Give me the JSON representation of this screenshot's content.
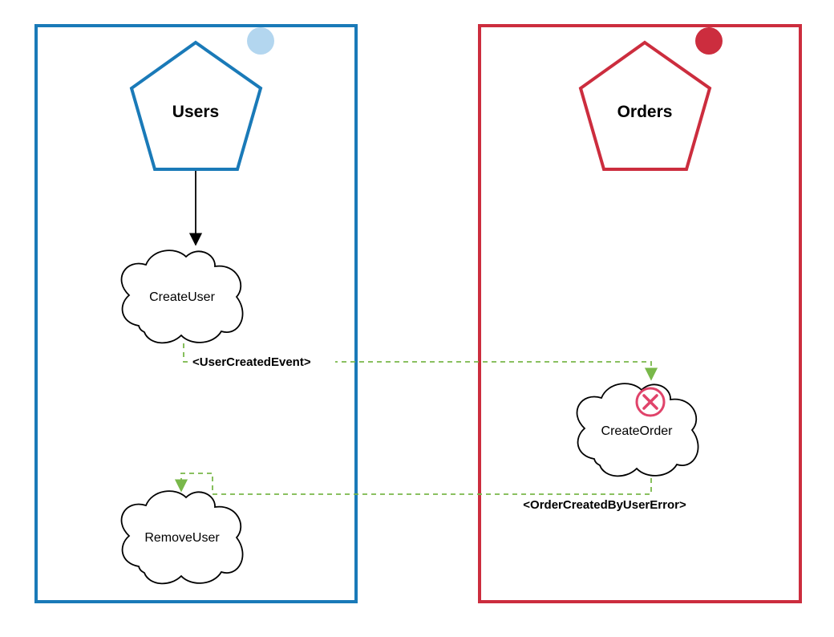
{
  "contexts": {
    "users": {
      "title": "Users",
      "color": "#1a7ab8",
      "indicator_color": "#b3d6ef"
    },
    "orders": {
      "title": "Orders",
      "color": "#cc2d3e",
      "indicator_color": "#cc2d3e"
    }
  },
  "commands": {
    "create_user": "CreateUser",
    "remove_user": "RemoveUser",
    "create_order": "CreateOrder"
  },
  "events": {
    "user_created": "<UserCreatedEvent>",
    "order_error": "<OrderCreatedByUserError>"
  },
  "colors": {
    "event_line": "#79b84a",
    "error_icon": "#e0436a",
    "command_outline": "#000000"
  },
  "icons": {
    "error": "error-x-icon"
  }
}
